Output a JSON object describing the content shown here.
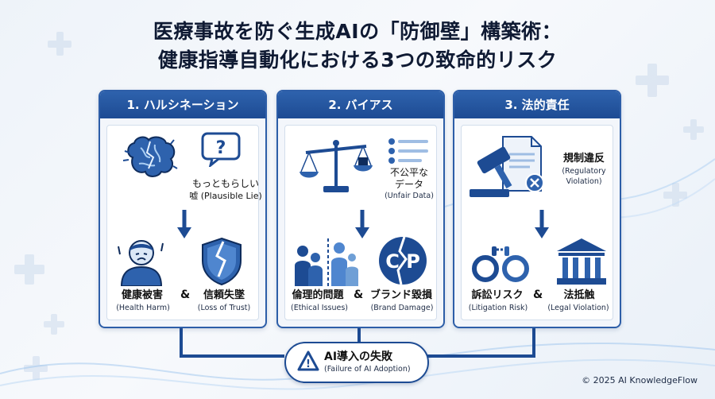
{
  "title": {
    "line1": "医療事故を防ぐ生成AIの「防御壁」構築術：",
    "line2": "健康指導自動化における3つの致命的リスク"
  },
  "panels": [
    {
      "header": "1. ハルシネーション",
      "top_label_1": "もっともらしい",
      "top_label_2": "嘘 (Plausible Lie)",
      "result_left": "健康被害",
      "result_left_en": "(Health Harm)",
      "amp": "&",
      "result_right": "信頼失墜",
      "result_right_en": "(Loss of Trust)"
    },
    {
      "header": "2. バイアス",
      "top_label_1": "不公平な",
      "top_label_2": "データ",
      "top_label_en": "(Unfair Data)",
      "result_left": "倫理的問題",
      "result_left_en": "(Ethical Issues)",
      "amp": "&",
      "result_right": "ブランド毀損",
      "result_right_en": "(Brand Damage)",
      "logo_text": "C P"
    },
    {
      "header": "3. 法的責任",
      "top_label_1": "規制違反",
      "top_label_en_1": "(Regulatory",
      "top_label_en_2": "Violation)",
      "result_left": "訴訟リスク",
      "result_left_en": "(Litigation Risk)",
      "amp": "&",
      "result_right": "法抵触",
      "result_right_en": "(Legal Violation)"
    }
  ],
  "bottom": {
    "title": "AI導入の失敗",
    "subtitle": "(Failure of AI Adoption)",
    "warning_glyph": "!"
  },
  "copyright": "© 2025 AI KnowledgeFlow",
  "colors": {
    "primary": "#1d4b93",
    "accent": "#2e62ad",
    "light": "#6f9fd6"
  }
}
